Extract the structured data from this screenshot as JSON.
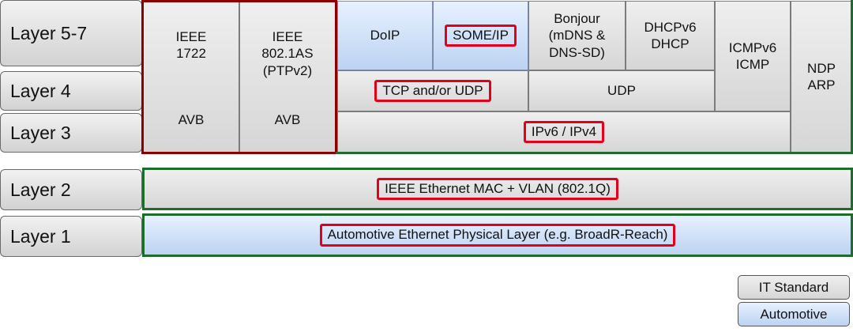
{
  "layers": {
    "l57": "Layer 5-7",
    "l4": "Layer 4",
    "l3": "Layer 3",
    "l2": "Layer 2",
    "l1": "Layer 1"
  },
  "cells": {
    "ieee1722": [
      "IEEE",
      "1722"
    ],
    "ieee1722_avb": "AVB",
    "ieee8021as": [
      "IEEE",
      "802.1AS",
      "(PTPv2)"
    ],
    "ieee8021as_avb": "AVB",
    "doip": "DoIP",
    "someip": "SOME/IP",
    "bonjour": [
      "Bonjour",
      "(mDNS &",
      "DNS-SD)"
    ],
    "dhcp": [
      "DHCPv6",
      "DHCP"
    ],
    "icmp": [
      "ICMPv6",
      "ICMP"
    ],
    "ndp": [
      "NDP",
      "ARP"
    ],
    "tcpudp": "TCP and/or UDP",
    "udp": "UDP",
    "ip": "IPv6 / IPv4",
    "mac": "IEEE Ethernet MAC + VLAN (802.1Q)",
    "phy": "Automotive Ethernet Physical Layer (e.g. BroadR-Reach)"
  },
  "legend": {
    "it": "IT Standard",
    "auto": "Automotive"
  },
  "colors": {
    "it_fill": "#d9d9d9",
    "auto_fill": "#c5d9f1",
    "highlight": "#e4001b",
    "avb_frame": "#8b0000",
    "network_frame": "#1f6b2e"
  }
}
